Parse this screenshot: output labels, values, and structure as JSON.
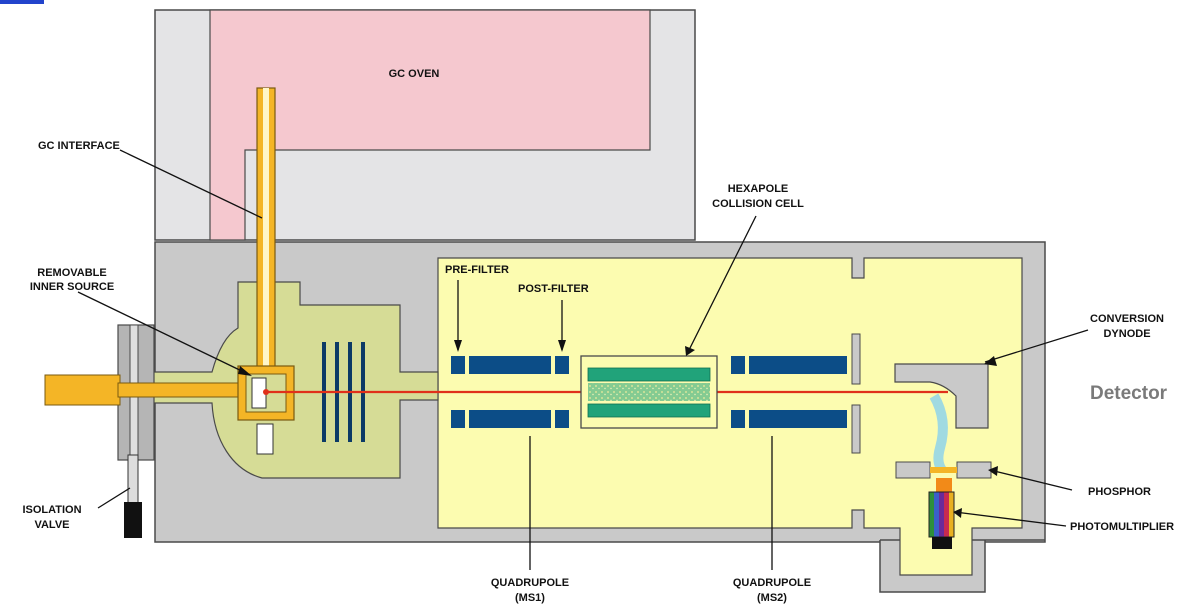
{
  "labels": {
    "gc_oven": "GC OVEN",
    "gc_interface": "GC INTERFACE",
    "removable_inner_source": [
      "REMOVABLE",
      "INNER SOURCE"
    ],
    "isolation_valve": [
      "ISOLATION",
      "VALVE"
    ],
    "pre_filter": "PRE-FILTER",
    "post_filter": "POST-FILTER",
    "hexapole_collision_cell": [
      "HEXAPOLE",
      "COLLISION CELL"
    ],
    "conversion_dynode": [
      "CONVERSION",
      "DYNODE"
    ],
    "detector": "Detector",
    "phosphor": "PHOSPHOR",
    "photomultiplier": "PHOTOMULTIPLIER",
    "quadrupole_ms1": [
      "QUADRUPOLE",
      "(MS1)"
    ],
    "quadrupole_ms2": [
      "QUADRUPOLE",
      "(MS2)"
    ]
  },
  "colors": {
    "oven": "#f5c8cf",
    "housing_gray": "#c8c8c8",
    "source_chamber": "#d6dc96",
    "analyzer_chamber": "#fcfcb0",
    "quad_rods": "#0c4d87",
    "hexapole_rods": "#21a37a",
    "ion_beam": "#e0301a",
    "interface_tube": "#f4b526",
    "light_path": "#8fd3ea"
  }
}
